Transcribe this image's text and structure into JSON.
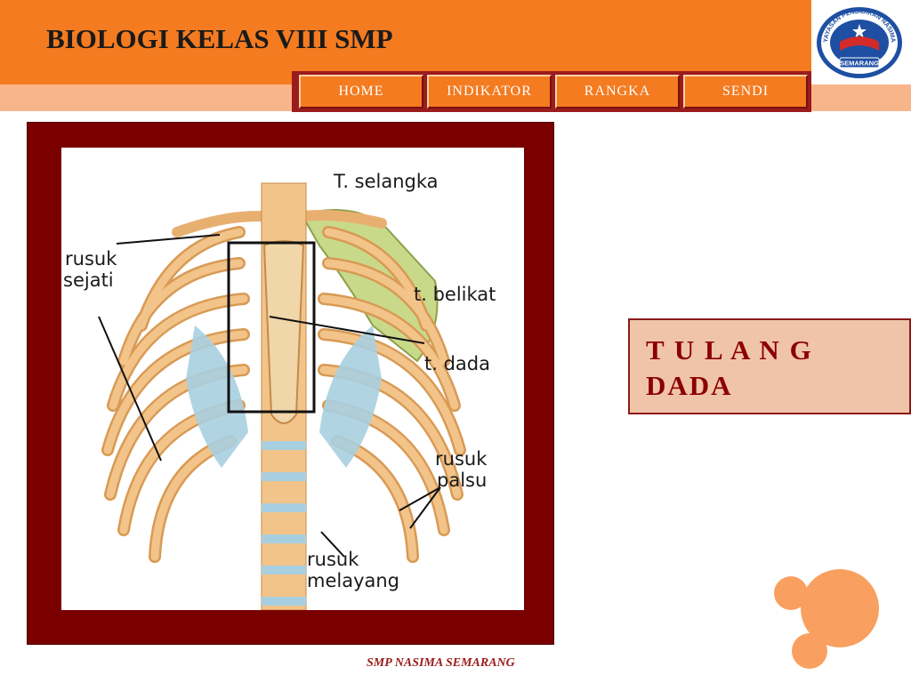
{
  "header": {
    "title": "BIOLOGI KELAS VIII SMP"
  },
  "nav": {
    "items": [
      {
        "label": "HOME"
      },
      {
        "label": "INDIKATOR"
      },
      {
        "label": "RANGKA"
      },
      {
        "label": "SENDI"
      }
    ]
  },
  "logo": {
    "top_text": "YAYASAN PENDIDIKAN NASIMA",
    "city": "SEMARANG"
  },
  "figure": {
    "labels": {
      "selangka": "T. selangka",
      "rusuk_sejati_1": "rusuk",
      "rusuk_sejati_2": "sejati",
      "belikat": "t. belikat",
      "dada": "t. dada",
      "rusuk_palsu_1": "rusuk",
      "rusuk_palsu_2": "palsu",
      "rusuk_melayang_1": "rusuk",
      "rusuk_melayang_2": "melayang"
    }
  },
  "topic": {
    "label": "T U L A N G\nDADA"
  },
  "footer": {
    "text": "SMP NASIMA SEMARANG"
  },
  "colors": {
    "header": "#f47b20",
    "strip": "#f9b58a",
    "nav_bg": "#9b1c1c",
    "frame": "#7a0000",
    "label_bg": "#f0c4a8",
    "label_text": "#8b0000",
    "bone": "#f2c48a",
    "cartilage": "#a8cfe0",
    "scapula": "#c9d98a"
  }
}
